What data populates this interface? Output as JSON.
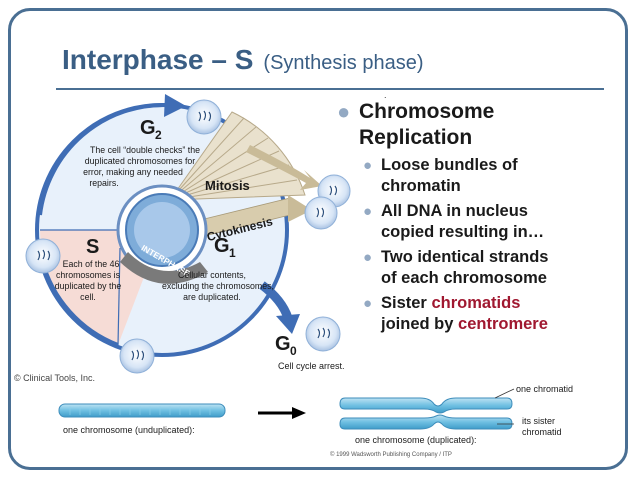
{
  "title": {
    "main": "Interphase – S",
    "sub": "(Synthesis phase)"
  },
  "bullets": {
    "heading_line1": "Chromosome",
    "heading_line2": "Replication",
    "items": [
      {
        "line1": "Loose bundles of",
        "line2": "chromatin"
      },
      {
        "line1": "All DNA in nucleus",
        "line2": "copied resulting in…"
      },
      {
        "line1": "Two identical strands",
        "line2": "of each chromosome"
      },
      {
        "line1_prefix": "Sister ",
        "line1_highlight": "chromatids",
        "line2_prefix": "joined by ",
        "line2_highlight": "centromere"
      }
    ]
  },
  "cycle": {
    "g2_label": "G",
    "g2_sub": "2",
    "g2_desc": [
      "The cell “double checks” the",
      "duplicated chromosomes for",
      "error, making any needed",
      "repairs."
    ],
    "mitosis_label": "Mitosis",
    "cytokinesis_label": "Cytokinesis",
    "s_label": "S",
    "s_desc": [
      "Each of the 46",
      "chromosomes is",
      "duplicated by the",
      "cell."
    ],
    "interphase_label": "INTERPHASE",
    "g1_label": "G",
    "g1_sub": "1",
    "g1_desc": [
      "Cellular contents,",
      "excluding the chromosomes,",
      "are duplicated."
    ],
    "g0_label": "G",
    "g0_sub": "0",
    "g0_desc": "Cell cycle arrest.",
    "credit": "© Clinical Tools, Inc."
  },
  "chromosomes": {
    "unduplicated_label": "one chromosome (unduplicated):",
    "duplicated_label": "one chromosome (duplicated):",
    "chromatid_label": "one chromatid",
    "sister_label_line1": "its sister",
    "sister_label_line2": "chromatid",
    "copyright_line": "© 1999 Wadsworth Publishing Company / ITP"
  },
  "colors": {
    "accent": "#3a5e84",
    "highlight": "#a01830",
    "cycle_arrow": "#3f6db5",
    "mitosis_fan": "#cfc4a8",
    "s_segment": "#f6dcd6"
  }
}
